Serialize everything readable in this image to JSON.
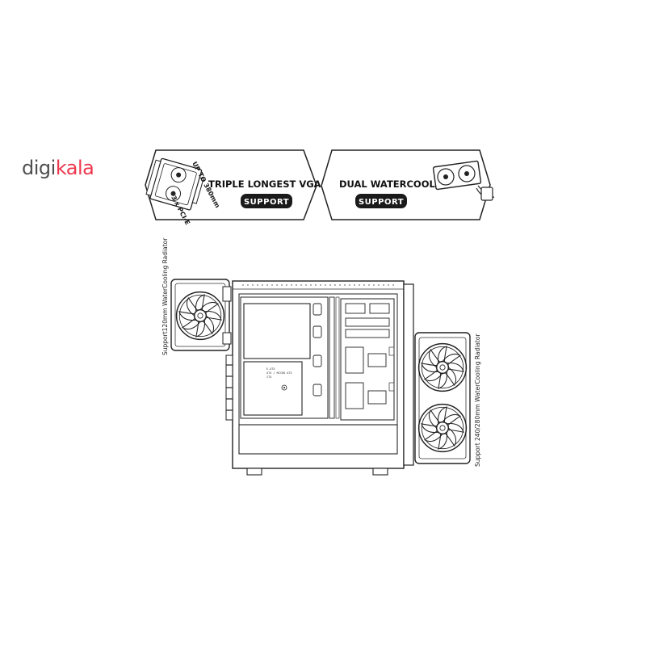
{
  "logo": {
    "part1": "digi",
    "part2": "kala",
    "color_part1": "#505050",
    "color_part2": "#ee384e"
  },
  "badges": [
    {
      "title": "TRIPLE LONGEST VGA CARDS",
      "pill": "SUPPORT",
      "gpu_length": "UP TO 380mm",
      "slot": "3 x PCI-E"
    },
    {
      "title": "DUAL WATERCOOLING",
      "pill": "SUPPORT"
    }
  ],
  "radiator_labels": {
    "rear": "Support120mm WaterCooling Radiator",
    "front": "Support 240/280mm WaterCooling Radiator"
  },
  "mb_labels": [
    "E-ATX",
    "ATX / MICRO ATX",
    "ITX"
  ]
}
